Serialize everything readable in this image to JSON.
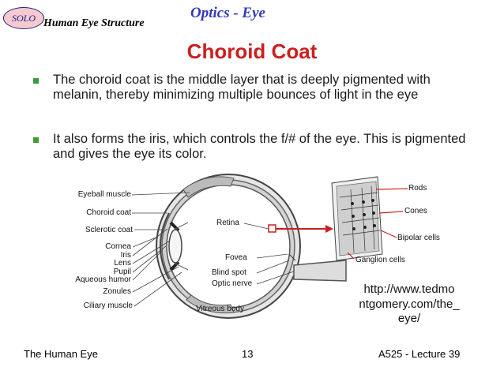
{
  "header": {
    "logo_text": "SOLO",
    "subtitle": "Human Eye Structure",
    "title": "Optics - Eye"
  },
  "slide": {
    "title": "Choroid Coat",
    "bullets": [
      "The choroid coat is the middle layer that is deeply pigmented with melanin, thereby minimizing multiple bounces of light in the eye",
      "It also forms the iris, which controls the f/# of the eye.  This is pigmented and gives the eye its color."
    ]
  },
  "diagram": {
    "left_labels": [
      "Eyeball muscle",
      "Choroid coat",
      "Sclerotic coat",
      "Cornea",
      "Iris",
      "Lens",
      "Pupil",
      "Aqueous humor",
      "Zonules",
      "Ciliary muscle"
    ],
    "inner_labels": [
      "Retina",
      "Fovea",
      "Blind spot",
      "Optic nerve",
      "Vitreous body"
    ],
    "retina_labels": [
      "Rods",
      "Cones",
      "Bipolar cells",
      "Ganglion cells"
    ],
    "url": "http://www.tedmontgomery.com/the_eye/",
    "url_lines": [
      "http://www.tedmo",
      "ntgomery.com/the_",
      "eye/"
    ],
    "colors": {
      "pointer": "#cc1f1f",
      "title": "#cc1f1f",
      "header": "#3338b8",
      "bullet": "#3f9a3a"
    }
  },
  "footer": {
    "left": "The Human Eye",
    "page": "13",
    "right": "A525 - Lecture 39"
  }
}
